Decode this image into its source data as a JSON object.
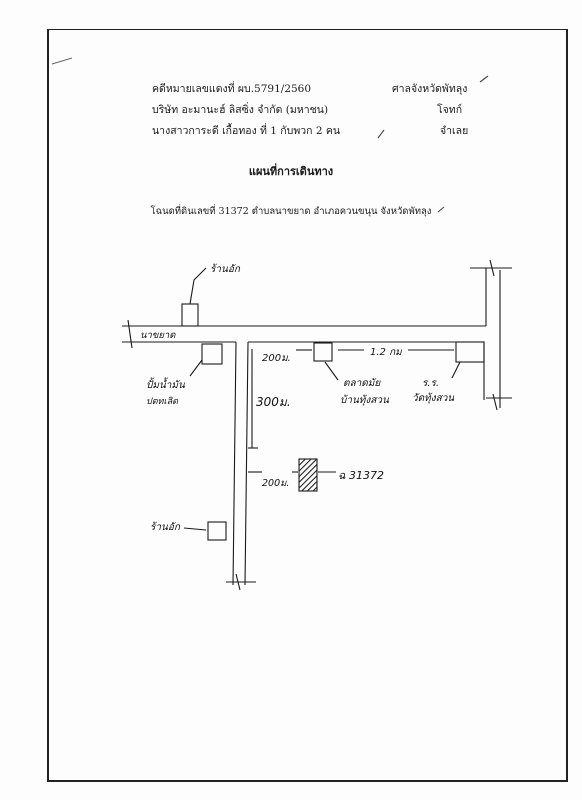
{
  "header": {
    "case_label": "คดีหมายเลขแดงที่ ผบ.5791/2560",
    "court": "ศาลจังหวัดพัทลุง",
    "plaintiff_name": "บริษัท อะมานะฮ์ ลิสซิ่ง จำกัด (มหาชน)",
    "plaintiff_role": "โจทก์",
    "defendant_name": "นางสาวการะดี  เกื้อทอง ที่ 1 กับพวก 2 คน",
    "defendant_role": "จำเลย"
  },
  "title": "แผนที่การเดินทาง",
  "subtitle": "โฉนดที่ดินเลขที่ 31372 ตำบลนาขยาด อำเภอควนขนุน จังหวัดพัทลุง",
  "map_labels": {
    "landmark_top": "ร้านอัก",
    "road_name": "นาขยาด",
    "shop_left": "ปั้มน้ำมัน",
    "shop_left_sub": "ปตทเลิด",
    "distance_200_top": "200ม.",
    "distance_300": "300ม.",
    "distance_12km": "1.2 กม",
    "school": "ตลาดมัย",
    "school_sub": "บ้านทุ้งสวน",
    "temple": "ร.ร.",
    "temple_sub": "วัดทุ้งสวน",
    "distance_200_bottom": "200ม.",
    "parcel_label": "ฉ 31372",
    "landmark_bottom": "ร้านอัก"
  },
  "colors": {
    "ink": "#1a1a1a",
    "hatch": "#222222"
  }
}
